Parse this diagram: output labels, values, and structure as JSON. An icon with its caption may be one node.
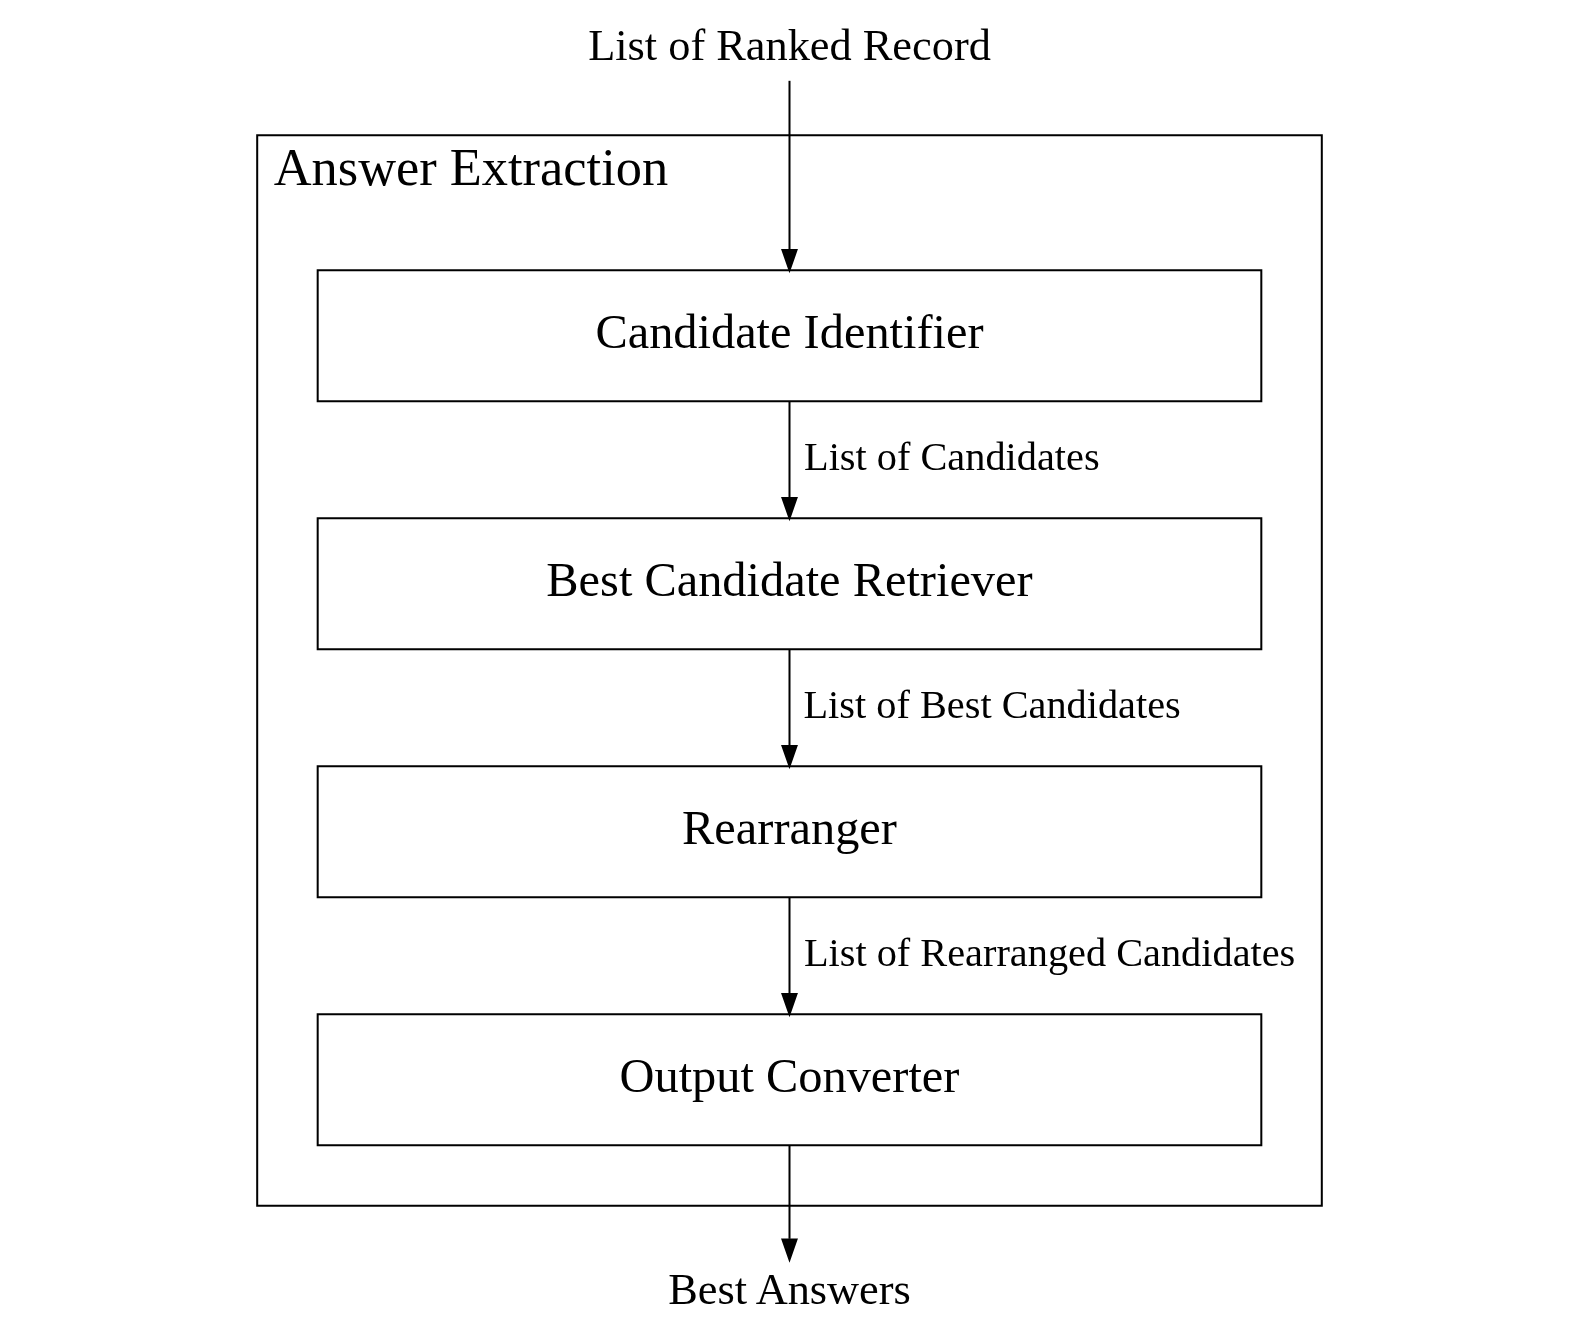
{
  "diagram": {
    "nodes": [
      {
        "text": [
          "Answer Extraction"
        ]
      },
      {
        "text": [
          "List of Ranked Record"
        ]
      },
      {
        "text": [
          "Candidate Identifier"
        ],
        "in": 0
      },
      {
        "text": [
          "Best Candidate Retriever"
        ],
        "in": 0
      },
      {
        "text": [
          "Rearranger"
        ],
        "in": 0
      },
      {
        "text": [
          "Output Converter"
        ],
        "in": 0
      },
      {
        "text": [
          "Best Answers"
        ]
      }
    ],
    "edges": [
      {
        "from": 1,
        "to": 2,
        "arrow": "to"
      },
      {
        "from": 2,
        "to": 3,
        "arrow": "to",
        "label": "List of Candidates"
      },
      {
        "from": 3,
        "to": 4,
        "arrow": "to",
        "label": "List of Best Candidates"
      },
      {
        "from": 4,
        "to": 5,
        "arrow": "to",
        "label": "List of Rearranged Candidates"
      },
      {
        "from": 5,
        "to": 6,
        "arrow": "to"
      }
    ]
  }
}
